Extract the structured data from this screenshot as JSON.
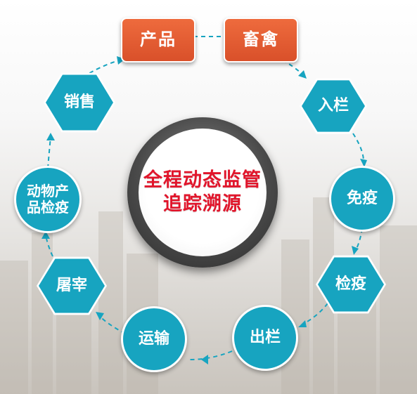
{
  "center": {
    "line1": "全程动态监管",
    "line2": "追踪溯源"
  },
  "nodes": {
    "product": "产品",
    "livestock": "畜禽",
    "pen_in": "入栏",
    "vaccination": "免疫",
    "quarantine": "检疫",
    "pen_out": "出栏",
    "transport": "运输",
    "slaughter": "屠宰",
    "animal_product_quarantine_line1": "动物产",
    "animal_product_quarantine_line2": "品检疫",
    "sales": "销售"
  },
  "colors": {
    "accent_orange": "#e45c32",
    "accent_teal": "#17a4c0",
    "center_text": "#e1152b"
  }
}
